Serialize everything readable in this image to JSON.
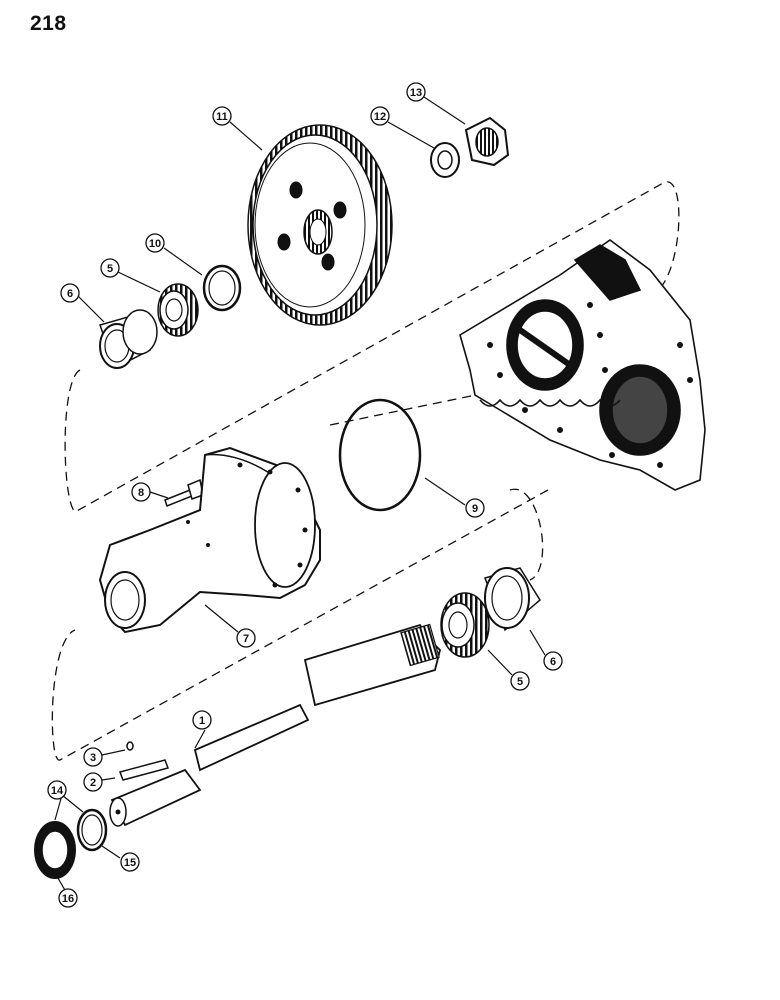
{
  "page": {
    "number": "218"
  },
  "callouts": {
    "c1": "1",
    "c2": "2",
    "c3": "3",
    "c5a": "5",
    "c5b": "5",
    "c6a": "6",
    "c6b": "6",
    "c7": "7",
    "c8": "8",
    "c9": "9",
    "c10": "10",
    "c11": "11",
    "c12": "12",
    "c13": "13",
    "c14": "14",
    "c15": "15",
    "c16": "16"
  }
}
